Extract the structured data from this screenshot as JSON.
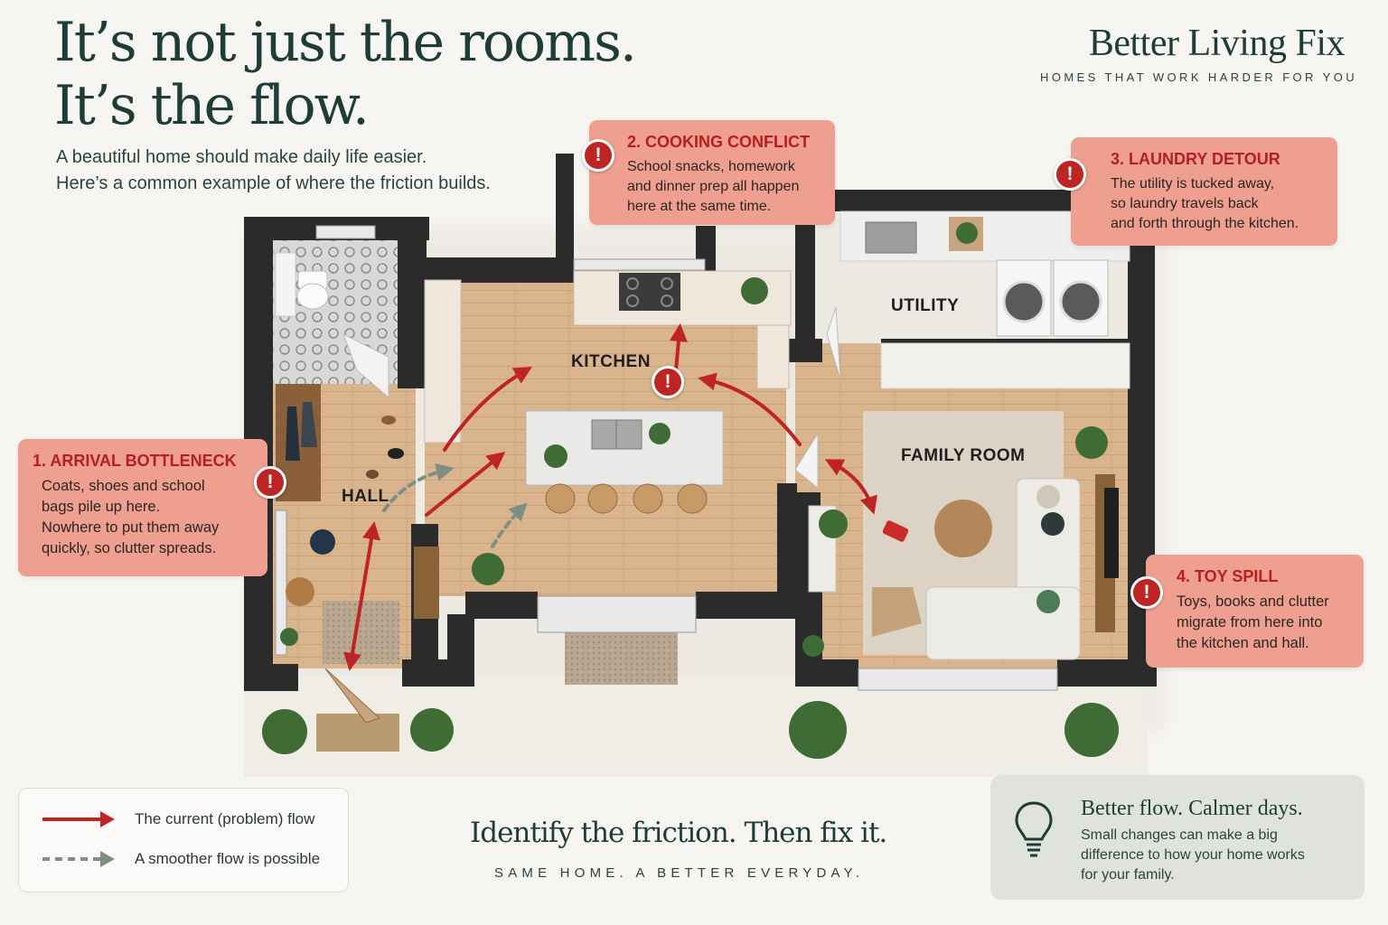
{
  "header": {
    "headline_line1": "It’s not just the rooms.",
    "headline_line2": "It’s the flow.",
    "intro_line1": "A beautiful home should make daily life easier.",
    "intro_line2": "Here’s a common example of where the friction builds."
  },
  "brand": {
    "name": "Better Living Fix",
    "tagline": "HOMES THAT WORK HARDER FOR YOU"
  },
  "rooms": {
    "kitchen": "KITCHEN",
    "utility": "UTILITY",
    "hall": "HALL",
    "family_room": "FAMILY ROOM"
  },
  "callouts": [
    {
      "title": "1. ARRIVAL BOTTLENECK",
      "lines": [
        "Coats, shoes and school",
        "bags pile up here.",
        "Nowhere to put them away",
        "quickly, so clutter spreads."
      ]
    },
    {
      "title": "2. COOKING CONFLICT",
      "lines": [
        "School snacks, homework",
        "and dinner prep all happen",
        "here at the same time."
      ]
    },
    {
      "title": "3. LAUNDRY DETOUR",
      "lines": [
        "The utility is tucked away,",
        "so laundry travels back",
        "and forth through the kitchen."
      ]
    },
    {
      "title": "4. TOY SPILL",
      "lines": [
        "Toys, books and clutter",
        "migrate from here into",
        "the kitchen and hall."
      ]
    }
  ],
  "warning_glyph": "!",
  "legend": {
    "current": "The current (problem) flow",
    "smoother": "A smoother flow is possible"
  },
  "footer": {
    "tagline": "Identify the friction. Then fix it.",
    "subtag": "SAME HOME. A BETTER EVERYDAY."
  },
  "tip": {
    "title": "Better flow. Calmer days.",
    "lines": [
      "Small changes can make a big",
      "difference to how your home works",
      "for your family."
    ]
  },
  "colors": {
    "problem_flow": "#bf2424",
    "smooth_flow": "#7d8f84",
    "callout_bg": "#ef9f90",
    "wall": "#2b2b2b",
    "floor": "#d9b58f",
    "heading": "#1e3d38"
  },
  "icons": [
    "warning-icon",
    "lightbulb-icon",
    "arrow-icon",
    "plant-icon",
    "sink-icon",
    "stove-icon",
    "washer-icon",
    "toilet-icon",
    "sofa-icon"
  ]
}
